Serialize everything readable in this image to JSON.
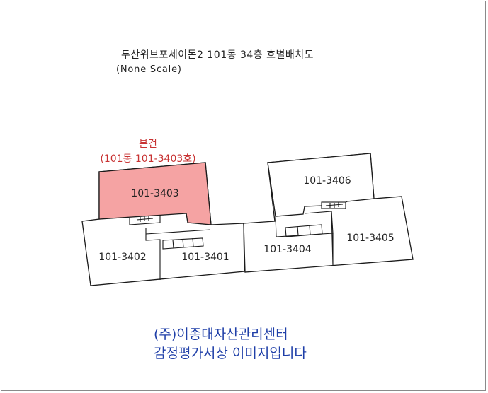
{
  "header": {
    "title": "두산위브포세이돈2 101동 34층 호별배치도",
    "scale_note": "(None Scale)"
  },
  "subject": {
    "label": "본건",
    "unit_ref": "(101동 101-3403호)",
    "highlight_color": "#f5a3a3",
    "label_color": "#c83232"
  },
  "units": {
    "u3403": "101-3403",
    "u3406": "101-3406",
    "u3402": "101-3402",
    "u3401": "101-3401",
    "u3404": "101-3404",
    "u3405": "101-3405"
  },
  "footer": {
    "line1": "(주)이종대자산관리센터",
    "line2": "감정평가서상 이미지입니다",
    "color": "#1f3fa8"
  }
}
